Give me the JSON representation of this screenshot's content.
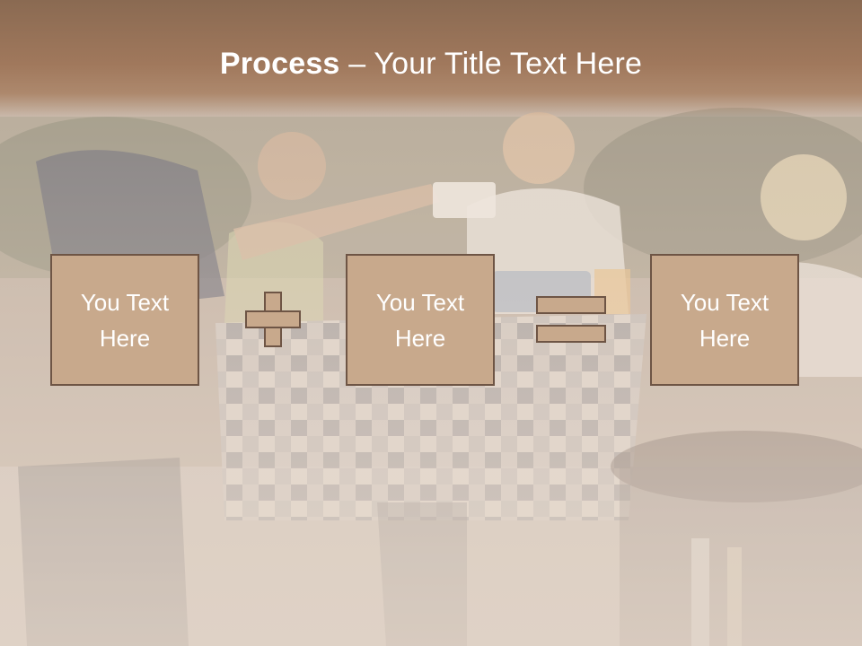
{
  "title": {
    "bold": "Process",
    "rest": " – Your Title Text Here"
  },
  "boxes": [
    {
      "line1": "You Text",
      "line2": "Here"
    },
    {
      "line1": "You Text",
      "line2": "Here"
    },
    {
      "line1": "You Text",
      "line2": "Here"
    }
  ],
  "colors": {
    "title_band": "#9a7459",
    "box_fill": "#c8a98c",
    "box_border": "#6e5545",
    "text": "#ffffff"
  }
}
